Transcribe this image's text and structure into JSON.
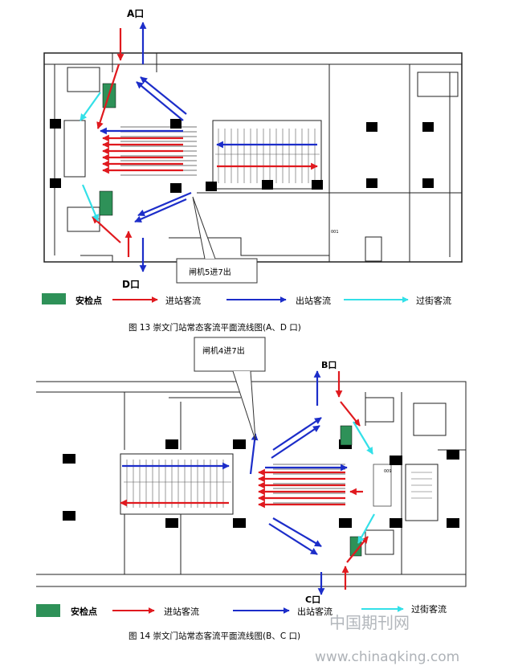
{
  "fig13": {
    "entrance_top": "A口",
    "entrance_bottom": "D口",
    "callout": "闸机5进7出",
    "caption": "图 13  崇文门站常态客流平面流线图(A、D 口)",
    "legend": {
      "security": "安检点",
      "inbound": "进站客流",
      "outbound": "出站客流",
      "crossing": "过街客流"
    },
    "marks": {
      "m1": "001"
    }
  },
  "fig14": {
    "entrance_top": "B口",
    "entrance_bottom": "C口",
    "callout": "闸机4进7出",
    "caption": "图 14  崇文门站常态客流平面流线图(B、C 口)",
    "legend": {
      "security": "安检点",
      "inbound": "进站客流",
      "outbound": "出站客流",
      "crossing": "过街客流"
    },
    "marks": {
      "m1": "009"
    }
  },
  "watermark": {
    "cn": "中国期刊网",
    "url": "www.chinaqking.com"
  },
  "colors": {
    "inbound": "#e0191e",
    "outbound": "#1c2dc9",
    "crossing": "#33e0e8",
    "security": "#2e9158",
    "column": "#000000"
  }
}
